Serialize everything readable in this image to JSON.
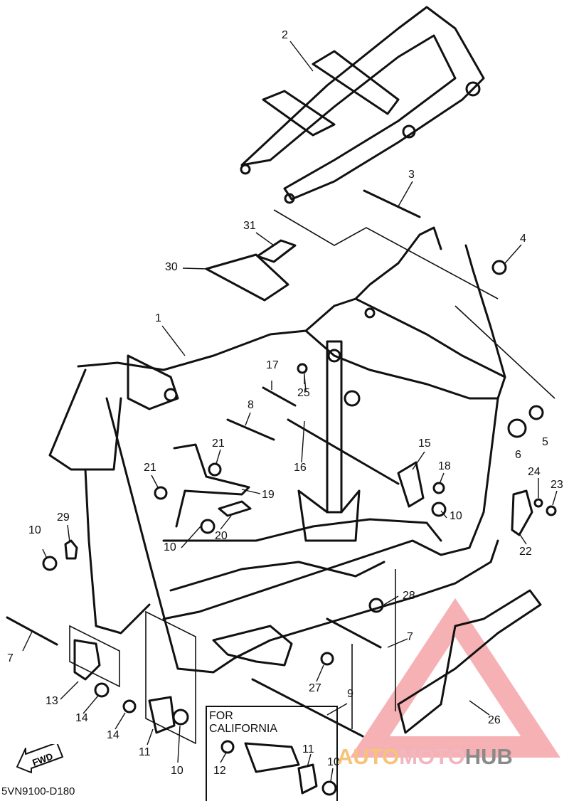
{
  "diagram": {
    "callouts": [
      "1",
      "2",
      "3",
      "4",
      "5",
      "6",
      "7",
      "7",
      "8",
      "9",
      "10",
      "10",
      "10",
      "10",
      "10",
      "11",
      "11",
      "12",
      "13",
      "14",
      "14",
      "15",
      "16",
      "17",
      "18",
      "19",
      "20",
      "21",
      "21",
      "22",
      "23",
      "24",
      "25",
      "26",
      "27",
      "28",
      "29",
      "30",
      "31"
    ],
    "california_note": "FOR CALIFORNIA",
    "fwd_label": "FWD",
    "part_code": "5VN9100-D180"
  },
  "watermark": {
    "part1": "AUTO",
    "part2": "MOTO",
    "part3": "HUB",
    "colors": {
      "triangle": "#f4a3a8",
      "auto": "#f6c37a",
      "moto": "#f1b7bf",
      "hub": "#8a8a8a"
    }
  }
}
